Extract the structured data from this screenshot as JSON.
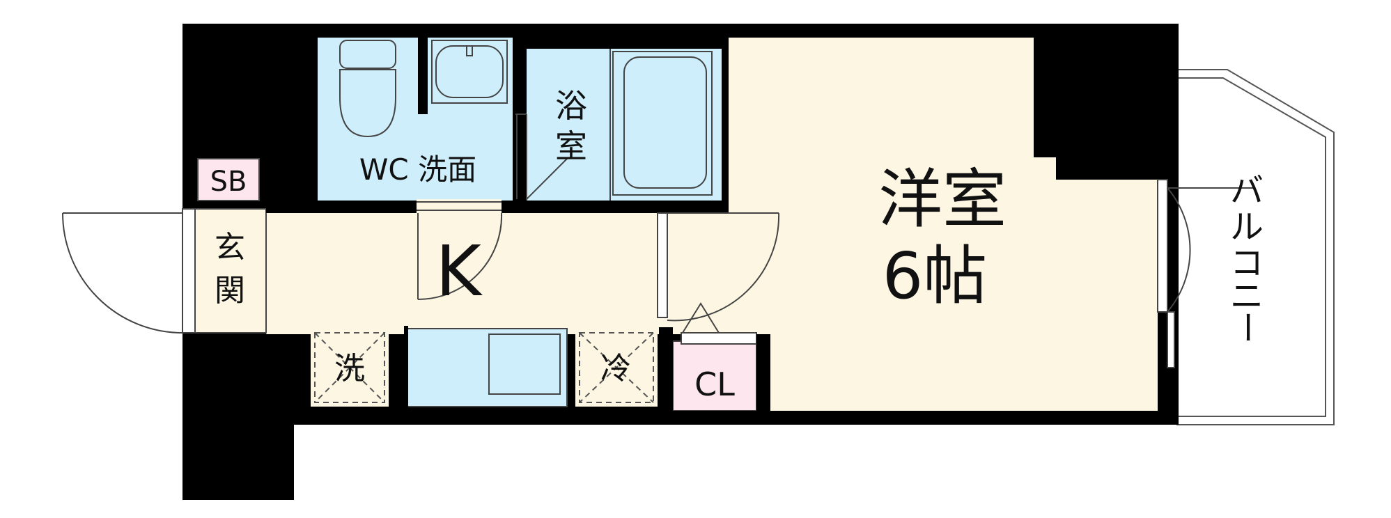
{
  "rooms": {
    "wc_washroom": "WC 洗面",
    "bath": [
      "浴",
      "室"
    ],
    "western_room": "洋室",
    "western_room_size": "6帖",
    "balcony": [
      "バ",
      "ル",
      "コ",
      "ニ",
      "ー"
    ],
    "shoe_box": "SB",
    "entrance": [
      "玄",
      "関"
    ],
    "kitchen": "K",
    "washer_space": "洗",
    "fridge_space": "冷",
    "closet": "CL"
  },
  "colors": {
    "wall": "#000000",
    "room_floor": "#fdf6e3",
    "water_area": "#cdeefa",
    "storage": "#fde6ee",
    "outline": "#444444",
    "background": "#ffffff"
  }
}
